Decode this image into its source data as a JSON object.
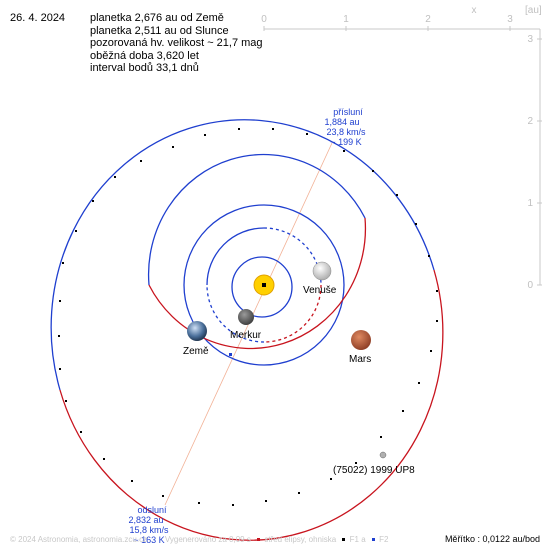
{
  "date": "26. 4. 2024",
  "info_lines": [
    "planetka 2,676 au od Země",
    "planetka 2,511 au od Slunce",
    "pozorovaná hv. velikost ~ 21,7 mag",
    "oběžná doba 3,620 let",
    "interval bodů 33,1 dnů"
  ],
  "axis": {
    "unit_x": "x",
    "unit_y": "[au]",
    "x_ticks": [
      "0",
      "1",
      "2",
      "3"
    ],
    "y_ticks": [
      "3",
      "2",
      "1",
      "0"
    ]
  },
  "perihelion": {
    "title": "přísluní",
    "distance": "1,884 au",
    "speed": "23,8 km/s",
    "temp": "~ 199 K"
  },
  "aphelion": {
    "title": "odsluní",
    "distance": "2,832 au",
    "speed": "15,8 km/s",
    "temp": "~ 163 K"
  },
  "bodies": {
    "venus": "Venuše",
    "mercury": "Merkur",
    "earth": "Země",
    "mars": "Mars",
    "asteroid": "(75022) 1999 UP8"
  },
  "footer": {
    "copyright": "© 2024 Astronomia, astronomia.zcu.cz",
    "generated": "Vygenerováno za 0,09 s",
    "legend_center": "střed elipsy, ohniska",
    "legend_f1": "F1 a",
    "legend_f2": "F2"
  },
  "scale": "Měřítko : 0,0122 au/bod",
  "colors": {
    "orbit_blue": "#1f3fcf",
    "orbit_red": "#c8141e",
    "line_axis": "#f0a888",
    "label_blue": "#1f3fcf",
    "sun": "#ffd000",
    "mars": "#c05a3a",
    "venus": "#e8e8e8"
  }
}
